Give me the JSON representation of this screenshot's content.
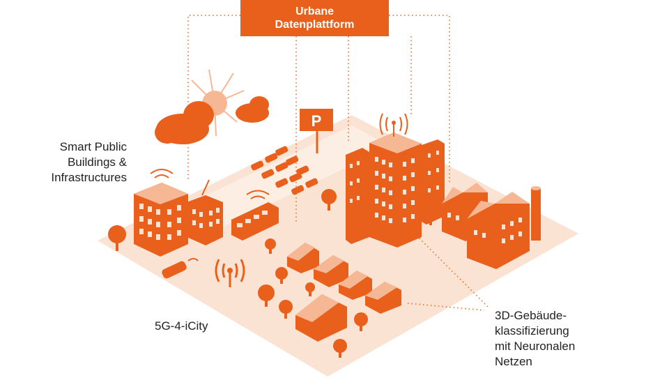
{
  "platform": {
    "line1": "Urbane",
    "line2": "Datenplattform"
  },
  "labels": {
    "smart_public": [
      "Smart Public",
      "Buildings &",
      "Infrastructures"
    ],
    "city": "5G-4-iCity",
    "classification": [
      "3D-Gebäude-",
      "klassifizierung",
      "mit Neuronalen",
      "Netzen"
    ]
  },
  "parking_sign": "P",
  "colors": {
    "accent": "#e8601c",
    "accent_dark": "#c94e12",
    "ground": "#fbe3d3",
    "light": "#f6b894",
    "text": "#222222"
  }
}
